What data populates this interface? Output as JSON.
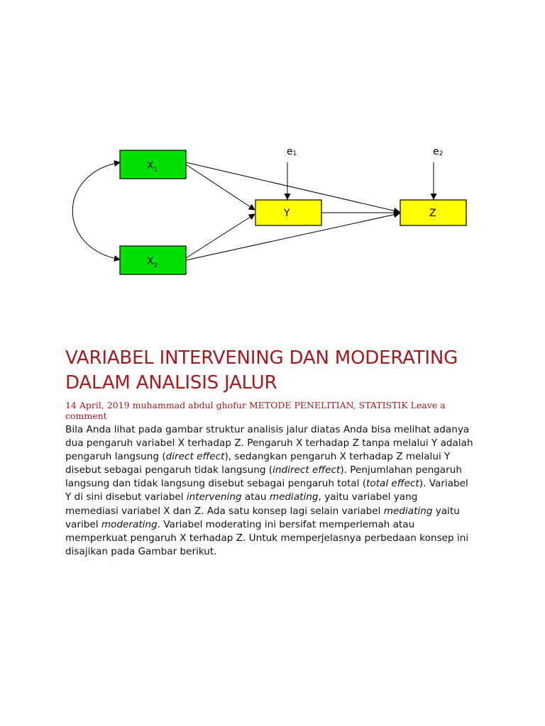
{
  "diagram": {
    "nodes": {
      "x1": {
        "letter": "X",
        "sub": "1",
        "color": "#00e100"
      },
      "x2": {
        "letter": "X",
        "sub": "2",
        "color": "#00e100"
      },
      "y": {
        "letter": "Y",
        "color": "#ffff00"
      },
      "z": {
        "letter": "Z",
        "color": "#ffff00"
      }
    },
    "errors": {
      "e1": {
        "letter": "e",
        "sub": "1"
      },
      "e2": {
        "letter": "e",
        "sub": "2"
      }
    },
    "paths": [
      "X1→Y",
      "X2→Y",
      "X1→Z",
      "X2→Z",
      "Y→Z",
      "e1→Y",
      "e2→Z",
      "X1↔X2"
    ]
  },
  "article": {
    "title": "VARIABEL INTERVENING DAN MODERATING DALAM ANALISIS JALUR",
    "meta": "14 April, 2019 muhammad abdul ghofur METODE PENELITIAN, STATISTIK Leave a comment",
    "body": {
      "p1": "Bila Anda lihat pada gambar struktur analisis jalur diatas Anda bisa melihat adanya dua pengaruh variabel X terhadap Z. Pengaruh X terhadap Z tanpa melalui Y adalah pengaruh langsung (",
      "direct": "direct effect",
      "p2": "), sedangkan pengaruh X terhadap Z melalui Y disebut sebagai pengaruh tidak langsung (",
      "indirect": "indirect effect",
      "p3": "). Penjumlahan pengaruh langsung dan tidak langsung disebut sebagai pengaruh total (",
      "total": "total effect",
      "p4": "). Variabel Y di sini disebut variabel ",
      "intervening": "intervening",
      "p5": " atau ",
      "mediating1": "mediating",
      "p6": ", yaitu variabel yang memediasi variabel X dan Z. Ada satu konsep lagi selain variabel ",
      "mediating2": "mediating",
      "p7": " yaitu varibel ",
      "moderating": "moderating",
      "p8": ". Variabel moderating ini bersifat memperlemah atau memperkuat pengaruh X terhadap Z. Untuk memperjelasnya perbedaan konsep ini disajikan pada Gambar berikut."
    }
  }
}
